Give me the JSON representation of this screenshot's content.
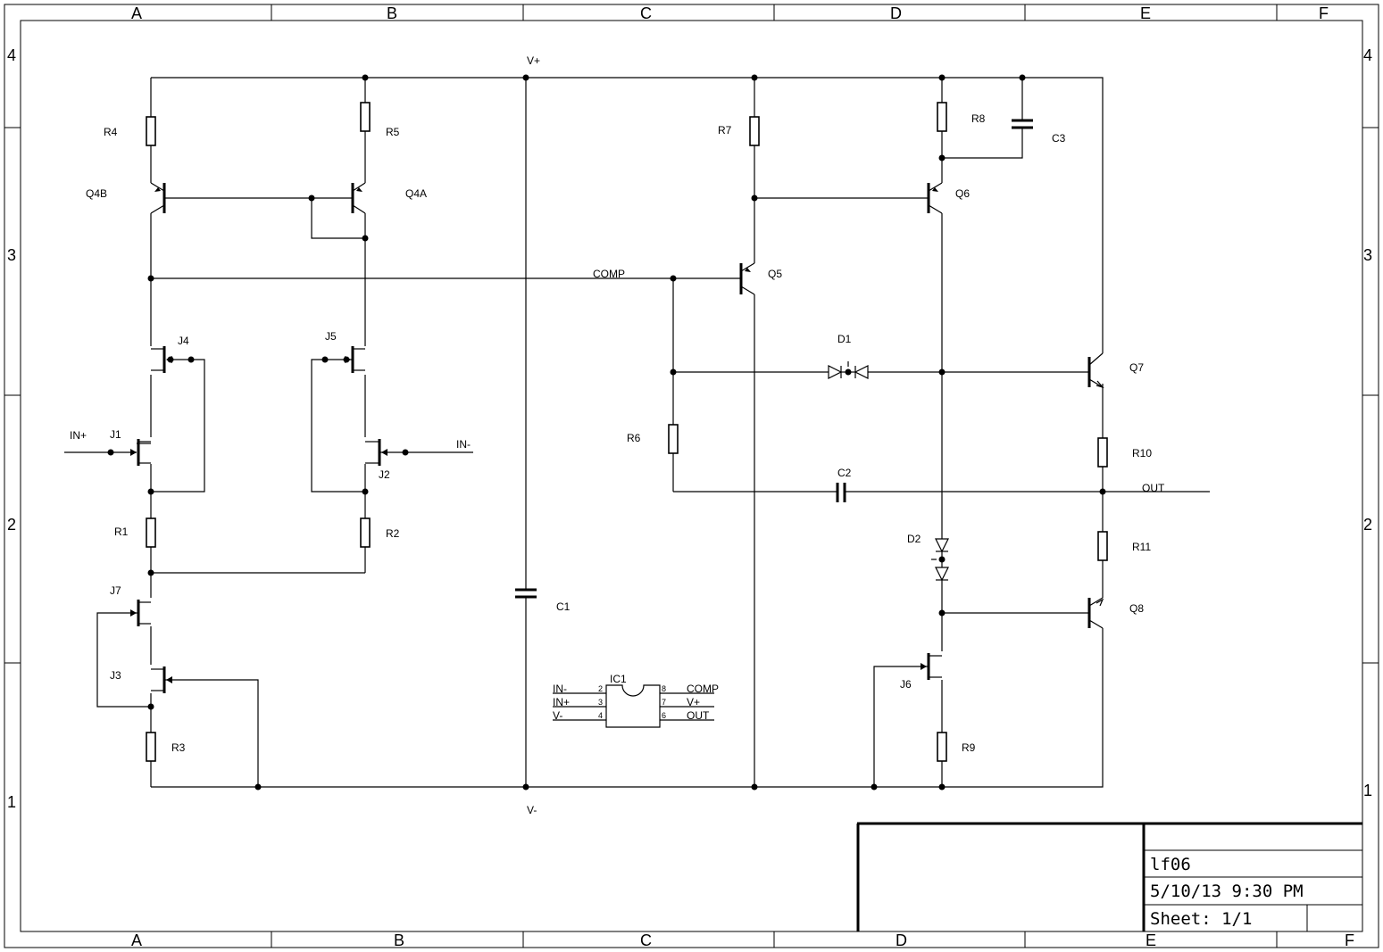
{
  "border": {
    "columns": [
      "A",
      "B",
      "C",
      "D",
      "E",
      "F"
    ],
    "rows": [
      "4",
      "3",
      "2",
      "1"
    ]
  },
  "net_labels": {
    "vplus": "V+",
    "vminus": "V-",
    "comp": "COMP",
    "in_plus": "IN+",
    "in_minus": "IN-",
    "out": "OUT"
  },
  "components": {
    "R1": "R1",
    "R2": "R2",
    "R3": "R3",
    "R4": "R4",
    "R5": "R5",
    "R6": "R6",
    "R7": "R7",
    "R8": "R8",
    "R9": "R9",
    "R10": "R10",
    "R11": "R11",
    "C1": "C1",
    "C2": "C2",
    "C3": "C3",
    "D1": "D1",
    "D2": "D2",
    "Q4A": "Q4A",
    "Q4B": "Q4B",
    "Q5": "Q5",
    "Q6": "Q6",
    "Q7": "Q7",
    "Q8": "Q8",
    "J1": "J1",
    "J2": "J2",
    "J3": "J3",
    "J4": "J4",
    "J5": "J5",
    "J6": "J6",
    "J7": "J7"
  },
  "ic": {
    "name": "IC1",
    "left_pins": [
      {
        "label": "IN-",
        "num": "2"
      },
      {
        "label": "IN+",
        "num": "3"
      },
      {
        "label": "V-",
        "num": "4"
      }
    ],
    "right_pins": [
      {
        "label": "COMP",
        "num": "8"
      },
      {
        "label": "V+",
        "num": "7"
      },
      {
        "label": "OUT",
        "num": "6"
      }
    ]
  },
  "title_block": {
    "title": "lf06",
    "date": "5/10/13 9:30 PM",
    "sheet": "Sheet: 1/1"
  }
}
